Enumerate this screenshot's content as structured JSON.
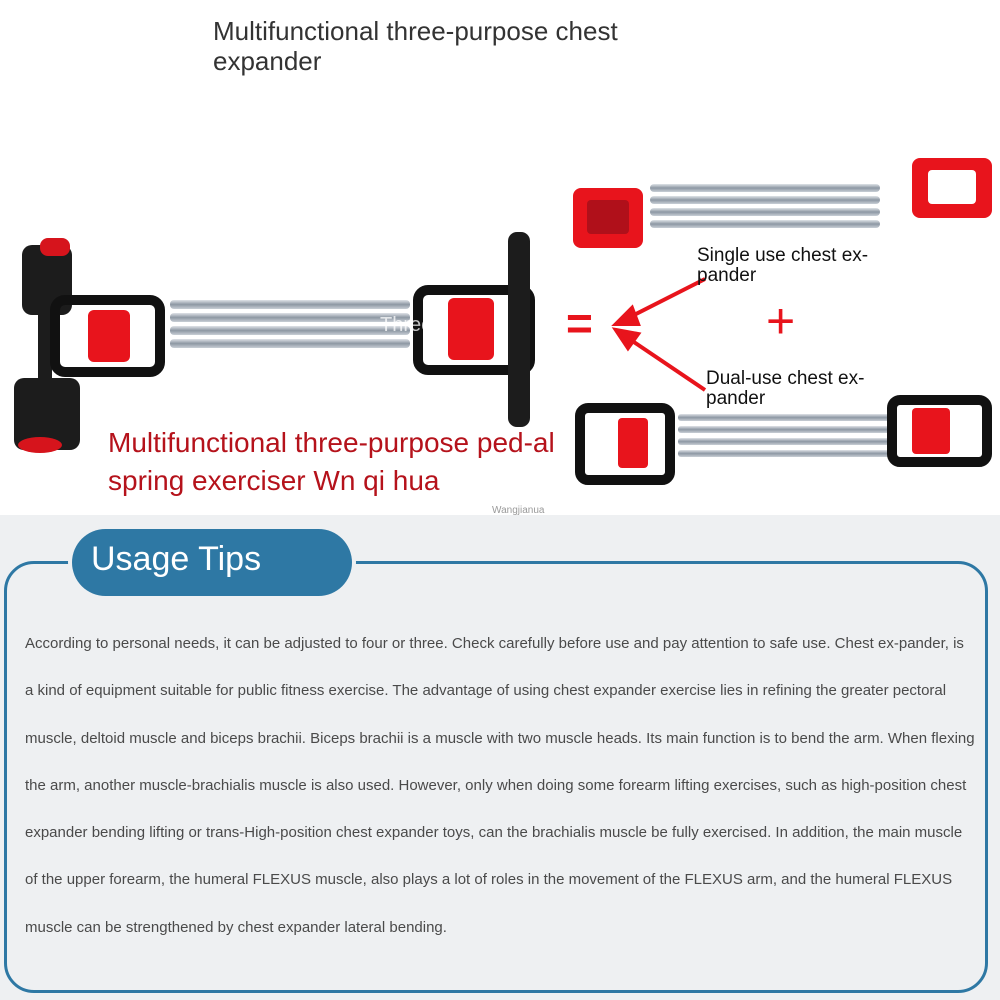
{
  "header": {
    "title": "Multifunctional three-purpose chest expander"
  },
  "product": {
    "caption": "Multifunctional three-purpose ped-al spring exerciser Wn qi hua",
    "watermark": "Three",
    "brand_mark": "Wangjianua",
    "equals_symbol": "=",
    "plus_symbol": "+",
    "single_label": "Single use chest ex-pander",
    "dual_label": "Dual-use chest ex-pander"
  },
  "usage": {
    "title": "Usage Tips",
    "body": "According to personal needs, it can be adjusted to four or three. Check carefully before use and pay attention to safe use. Chest ex-pander, is a kind of equipment suitable for public fitness exercise. The advantage of using chest expander exercise lies in refining the greater pectoral muscle, deltoid muscle and biceps brachii. Biceps brachii is a muscle with two muscle heads. Its main function is to bend the arm. When flexing the arm, another muscle-brachialis muscle is also used. However, only when doing some forearm lifting exercises, such as high-position chest expander bending lifting or trans-High-position chest expander toys, can the brachialis muscle be fully exercised. In addition, the main muscle of the upper forearm, the humeral FLEXUS muscle, also plays a lot of roles in the movement of the FLEXUS arm, and the humeral FLEXUS muscle can be strengthened by chest expander lateral bending."
  },
  "colors": {
    "accent_blue": "#2e78a4",
    "accent_red": "#e8141c",
    "caption_red": "#b5121b",
    "panel_bg": "#eef0f2"
  }
}
